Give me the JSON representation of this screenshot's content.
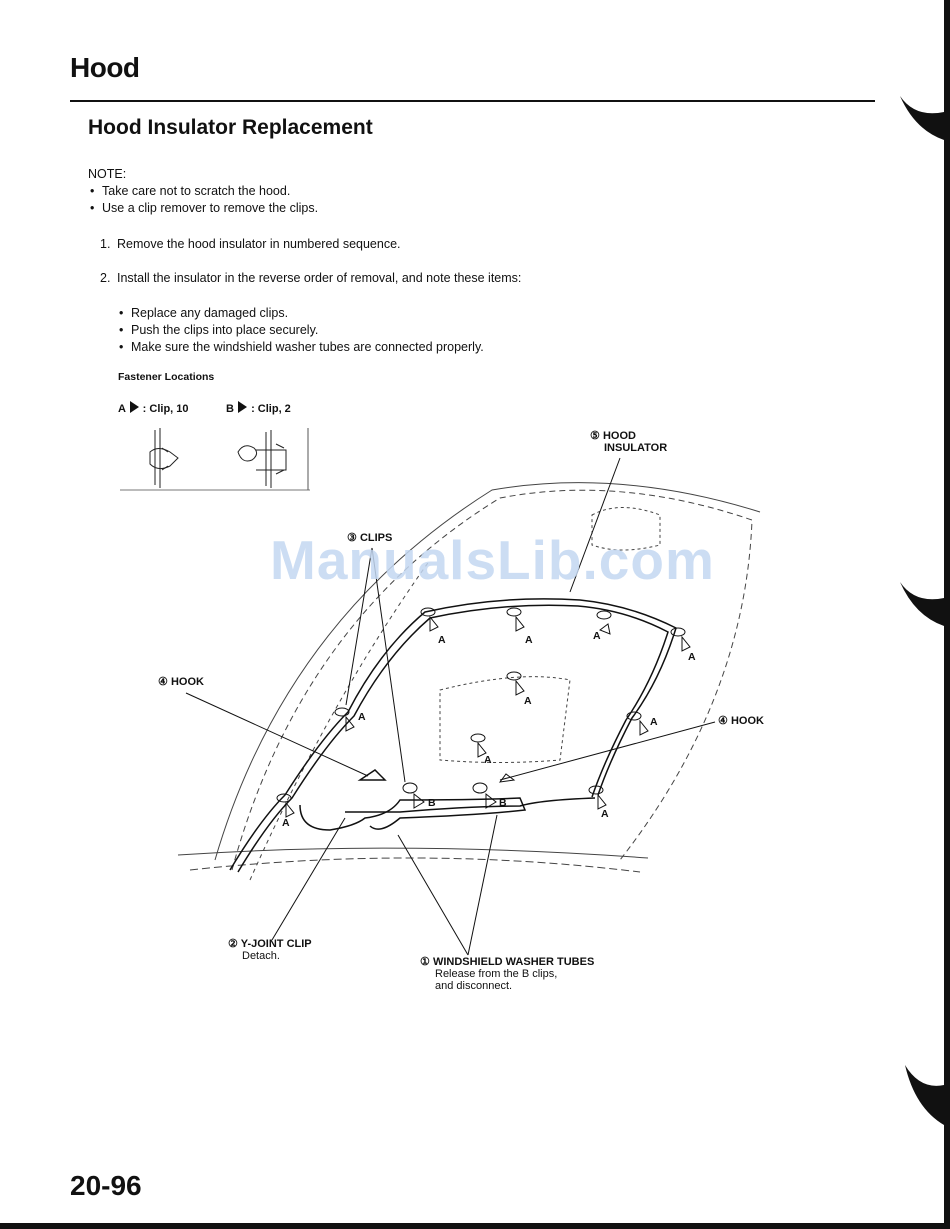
{
  "header": {
    "section_title": "Hood",
    "page_title": "Hood Insulator Replacement"
  },
  "notes": {
    "label": "NOTE:",
    "items": [
      "Take care not to scratch the hood.",
      "Use a clip remover to remove the clips."
    ]
  },
  "steps": [
    {
      "num": "1.",
      "text": "Remove the hood insulator in numbered sequence."
    },
    {
      "num": "2.",
      "text": "Install the insulator in the reverse order of removal, and note these items:"
    }
  ],
  "install_items": [
    "Replace any damaged clips.",
    "Push the clips into place securely.",
    "Make sure the windshield washer tubes are connected properly."
  ],
  "figure": {
    "heading": "Fastener Locations",
    "legend_a_letter": "A",
    "legend_a_text": ": Clip, 10",
    "legend_b_letter": "B",
    "legend_b_text": ": Clip, 2",
    "labels": {
      "hood_insulator_num": "⑤",
      "hood_insulator_line1": "HOOD",
      "hood_insulator_line2": "INSULATOR",
      "clips_num": "③",
      "clips": "CLIPS",
      "hook_left_num": "④",
      "hook_left": "HOOK",
      "hook_right_num": "④",
      "hook_right": "HOOK",
      "yjoint_num": "②",
      "yjoint": "Y-JOINT CLIP",
      "yjoint_sub": "Detach.",
      "washer_num": "①",
      "washer": "WINDSHIELD WASHER TUBES",
      "washer_sub1": "Release from the B clips,",
      "washer_sub2": "and disconnect."
    },
    "pin_a": "A",
    "pin_b": "B"
  },
  "watermark": "ManualsLib.com",
  "footer": {
    "page_number": "20-96"
  }
}
